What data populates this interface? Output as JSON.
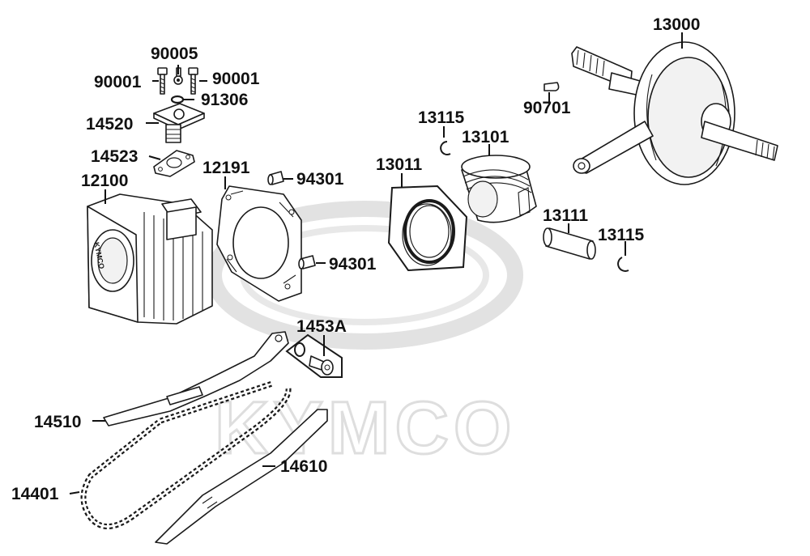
{
  "watermark": {
    "brand_text": "KYMCO"
  },
  "parts": [
    {
      "id": "crankshaft",
      "number": "13000"
    },
    {
      "id": "bolt-left",
      "number": "90001"
    },
    {
      "id": "bolt-top",
      "number": "90005"
    },
    {
      "id": "bolt-right",
      "number": "90001"
    },
    {
      "id": "o-ring",
      "number": "91306"
    },
    {
      "id": "tensioner-lifter",
      "number": "14520"
    },
    {
      "id": "lifter-gasket",
      "number": "14523"
    },
    {
      "id": "cylinder",
      "number": "12100"
    },
    {
      "id": "cylinder-gasket",
      "number": "12191"
    },
    {
      "id": "dowel-pin-top",
      "number": "94301"
    },
    {
      "id": "dowel-pin-bottom",
      "number": "94301"
    },
    {
      "id": "piston-ring-set",
      "number": "13011"
    },
    {
      "id": "piston-clip-top",
      "number": "13115"
    },
    {
      "id": "piston",
      "number": "13101"
    },
    {
      "id": "woodruff-key",
      "number": "90701"
    },
    {
      "id": "piston-pin",
      "number": "13111"
    },
    {
      "id": "piston-clip-bottom",
      "number": "13115"
    },
    {
      "id": "tensioner-bolt-set",
      "number": "1453A"
    },
    {
      "id": "tensioner-guide",
      "number": "14510"
    },
    {
      "id": "cam-chain",
      "number": "14401"
    },
    {
      "id": "chain-guide",
      "number": "14610"
    }
  ]
}
